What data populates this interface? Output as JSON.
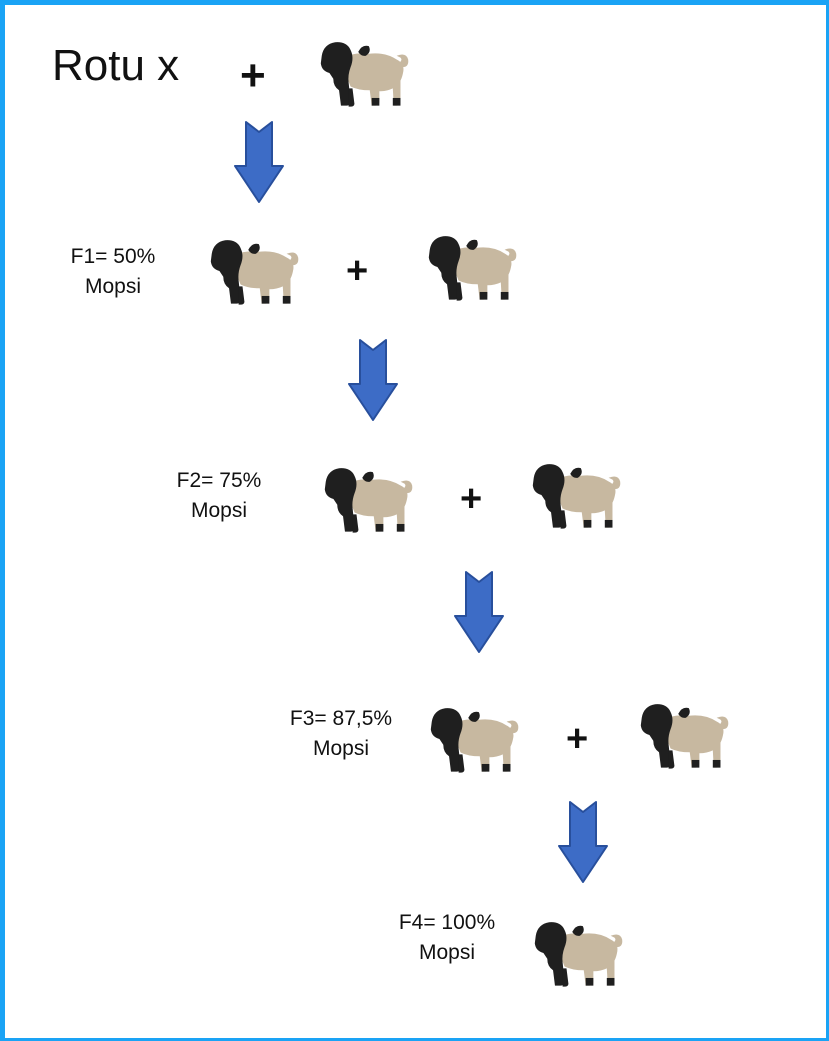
{
  "title": "Rotu x",
  "plus": "+",
  "generations": [
    {
      "ratio": "F1= 50%",
      "breed": "Mopsi"
    },
    {
      "ratio": "F2= 75%",
      "breed": "Mopsi"
    },
    {
      "ratio": "F3= 87,5%",
      "breed": "Mopsi"
    },
    {
      "ratio": "F4= 100%",
      "breed": "Mopsi"
    }
  ],
  "colors": {
    "frame": "#1aa3f5",
    "dog_body": "#c7b8a0",
    "dog_mask": "#1f1f1f",
    "arrow_fill": "#3d6cc6",
    "arrow_stroke": "#284f9c"
  }
}
